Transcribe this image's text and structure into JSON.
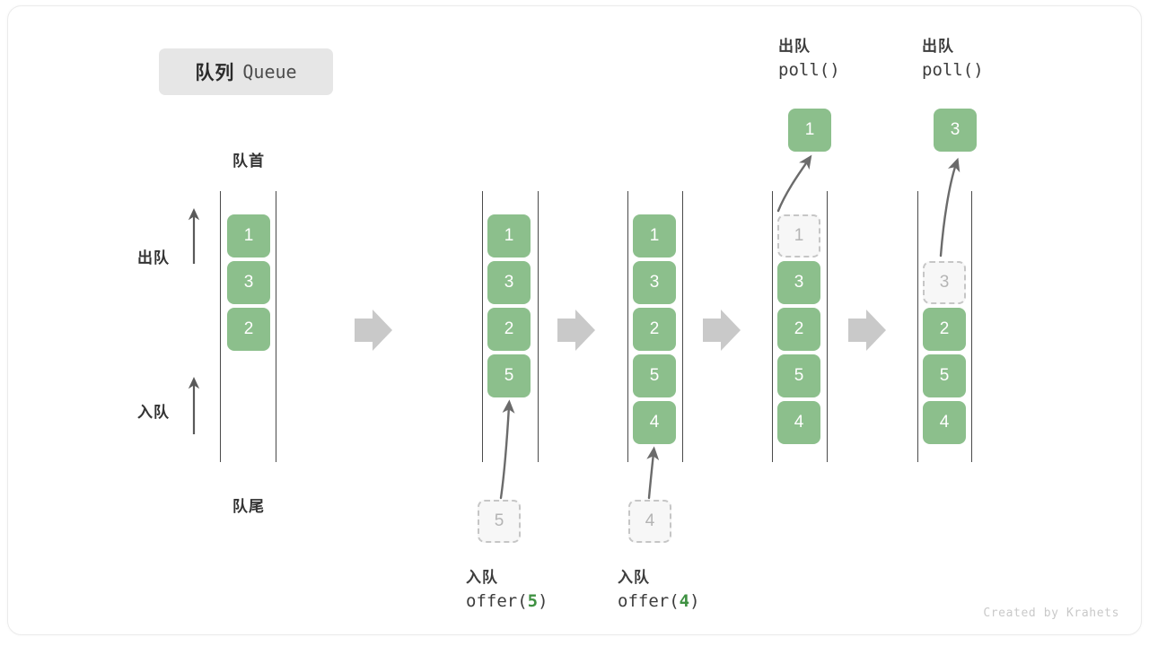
{
  "card": {
    "title_cn": "队列",
    "title_en": "Queue",
    "footer": "Created by Krahets"
  },
  "legend": {
    "head_label": "队首",
    "tail_label": "队尾",
    "dequeue_label": "出队",
    "enqueue_label": "入队"
  },
  "colors": {
    "cell_green": "#8cbf8c",
    "ghost_fill": "#f7f7f7",
    "ghost_border": "#c6c6c6",
    "rail": "#4a4a4a",
    "transition_arrow": "#c9c9c9",
    "accent_text": "#3f9142",
    "chip_bg": "#e6e6e6"
  },
  "steps": [
    {
      "id": "initial",
      "cells": [
        "1",
        "3",
        "2"
      ],
      "ghost_in_rail": null,
      "incoming": null,
      "popped": null,
      "op_label": null,
      "op_code": null
    },
    {
      "id": "offer-5",
      "cells": [
        "1",
        "3",
        "2",
        "5"
      ],
      "ghost_in_rail": null,
      "incoming": "5",
      "popped": null,
      "op_label": "入队",
      "op_code_prefix": "offer(",
      "op_code_value": "5",
      "op_code_suffix": ")"
    },
    {
      "id": "offer-4",
      "cells": [
        "1",
        "3",
        "2",
        "5",
        "4"
      ],
      "ghost_in_rail": null,
      "incoming": "4",
      "popped": null,
      "op_label": "入队",
      "op_code_prefix": "offer(",
      "op_code_value": "4",
      "op_code_suffix": ")"
    },
    {
      "id": "poll-1",
      "cells": [
        "1",
        "3",
        "2",
        "5",
        "4"
      ],
      "ghost_index": 0,
      "popped": "1",
      "op_label": "出队",
      "op_code_prefix": "poll(",
      "op_code_value": "",
      "op_code_suffix": ")"
    },
    {
      "id": "poll-3",
      "cells": [
        "",
        "3",
        "2",
        "5",
        "4"
      ],
      "ghost_index": 1,
      "popped": "3",
      "op_label": "出队",
      "op_code_prefix": "poll(",
      "op_code_value": "",
      "op_code_suffix": ")"
    }
  ],
  "transitions": [
    "arrow-right-1",
    "arrow-right-2",
    "arrow-right-3",
    "arrow-right-4"
  ]
}
